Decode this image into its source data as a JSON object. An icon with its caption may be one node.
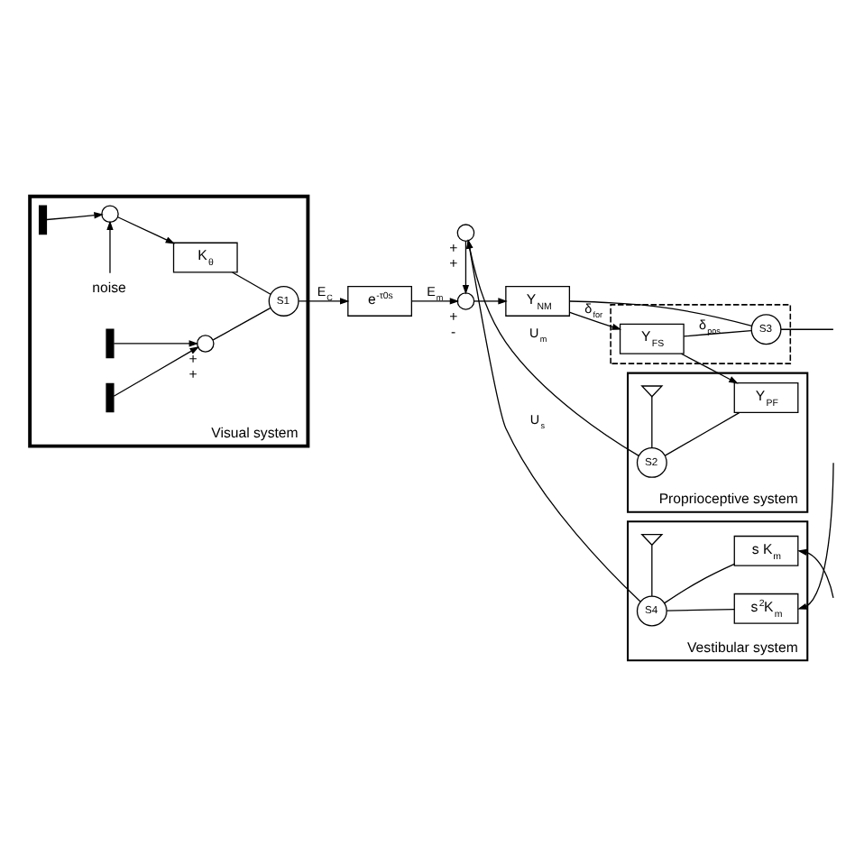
{
  "diagram": {
    "nodes": [
      {
        "text": [
          "Visual system"
        ]
      },
      {
        "text": [],
        "shape": "bar",
        "in": 0
      },
      {
        "text": [],
        "shape": "circle",
        "in": 0
      },
      {
        "text": [
          "K$_{θ}$"
        ],
        "in": 0
      },
      {
        "text": [
          "noise"
        ],
        "in": 0
      },
      {
        "text": [
          "S1"
        ],
        "in": 0
      },
      {
        "text": [],
        "shape": "bar",
        "in": 0
      },
      {
        "text": [],
        "shape": "circle",
        "in": 0,
        "beside": [
          "+",
          "+"
        ]
      },
      {
        "text": [],
        "shape": "bar",
        "in": 0
      },
      {
        "text": [
          "e$^{-τ0s}$"
        ]
      },
      {
        "text": [],
        "shape": "circle",
        "beside": [
          "+",
          "-"
        ]
      },
      {
        "text": [
          "Y$_{NM}$"
        ]
      },
      {
        "text": [],
        "shape": "box"
      },
      {
        "text": [
          "Y$_{FS}$"
        ],
        "in": 12
      },
      {
        "text": [
          "S3"
        ],
        "in": 12
      },
      {
        "text": [
          "Proprioceptive system"
        ]
      },
      {
        "text": [],
        "shape": "ground",
        "in": 15
      },
      {
        "text": [
          "S2"
        ],
        "in": 15
      },
      {
        "text": [
          "Y$_{PF}$"
        ],
        "in": 15
      },
      {
        "text": [],
        "shape": "circle",
        "beside": [
          "+",
          "+"
        ]
      },
      {
        "text": [
          "Vestibular system"
        ]
      },
      {
        "text": [
          "s$^{2}$K$_{m}$"
        ],
        "in": 20
      },
      {
        "text": [],
        "shape": "ground",
        "in": 20
      },
      {
        "text": [
          "S4"
        ],
        "in": 20
      },
      {
        "text": [
          "s K$_{m}$"
        ],
        "in": 20
      }
    ],
    "edges": [
      {
        "from": 1,
        "to": 2,
        "arrow": "to"
      },
      {
        "from": 4,
        "to": 2,
        "arrow": "to"
      },
      {
        "from": 2,
        "to": 3,
        "arrow": "to"
      },
      {
        "from": 3,
        "to": 5,
        "arrow": "none"
      },
      {
        "from": 6,
        "to": 7,
        "arrow": "to"
      },
      {
        "from": 8,
        "to": 7,
        "arrow": "to"
      },
      {
        "from": 7,
        "to": 5,
        "arrow": "none"
      },
      {
        "from": 5,
        "to": 9,
        "arrow": "to",
        "label": "E$_{C}$"
      },
      {
        "from": 9,
        "to": 10,
        "arrow": "to",
        "label": "E$_{m}$"
      },
      {
        "from": 10,
        "to": 11,
        "arrow": "to"
      },
      {
        "from": 11,
        "to": 13,
        "arrow": "to",
        "label": "δ$_{for}$"
      },
      {
        "from": 11,
        "to": 14,
        "arrow": "none"
      },
      {
        "from": 13,
        "to": 14,
        "arrow": "none",
        "label": "δ$_{pos}$"
      },
      {
        "from": 13,
        "to": 18,
        "arrow": "to"
      },
      {
        "from": 14,
        "to": null,
        "arrow": "none"
      },
      {
        "from": 16,
        "to": 17,
        "arrow": "none"
      },
      {
        "from": 18,
        "to": 17,
        "arrow": "none"
      },
      {
        "from": 17,
        "to": 19,
        "arrow": "to",
        "label": "U$_{m}$"
      },
      {
        "from": 19,
        "to": 10,
        "arrow": "to"
      },
      {
        "from": null,
        "to": 21,
        "arrow": "to"
      },
      {
        "from": null,
        "to": 24,
        "arrow": "to"
      },
      {
        "from": 21,
        "to": 23,
        "arrow": "none"
      },
      {
        "from": 24,
        "to": 23,
        "arrow": "none"
      },
      {
        "from": 22,
        "to": 23,
        "arrow": "none"
      },
      {
        "from": 23,
        "to": 19,
        "arrow": "to",
        "label": "U$_{s}$"
      }
    ]
  }
}
